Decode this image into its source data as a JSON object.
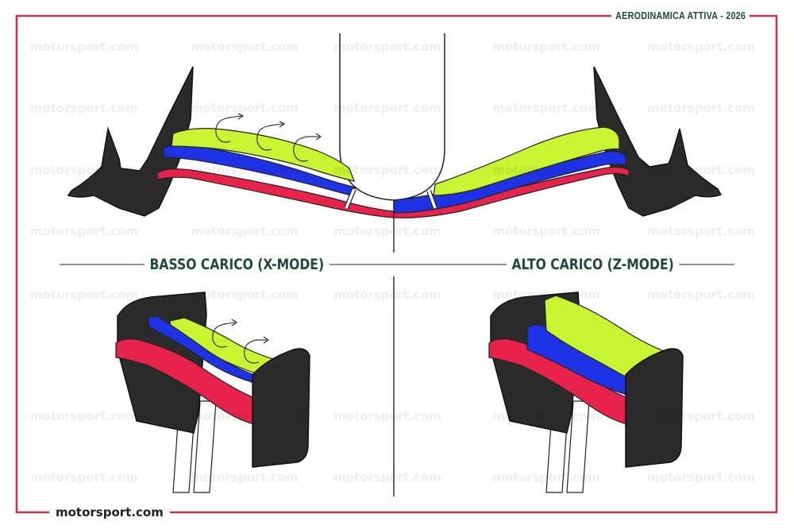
{
  "header": {
    "title": "AERODINAMICA ATTIVA - 2026"
  },
  "sections": {
    "low_downforce": {
      "label": "BASSO CARICO (X-MODE)"
    },
    "high_downforce": {
      "label": "ALTO CARICO (Z-MODE)"
    }
  },
  "brand": {
    "logo_text": "motorsport.com",
    "watermark_text": "motorsport.com"
  },
  "colors": {
    "frame": "#c8344a",
    "title": "#1f4a3f",
    "flap_upper": "#c8f431",
    "flap_middle": "#1f33e6",
    "mainplane": "#e8234b",
    "endplate": "#2b2b2b",
    "divider": "#333333"
  },
  "icons": [
    "airflow-swirl-icon"
  ]
}
